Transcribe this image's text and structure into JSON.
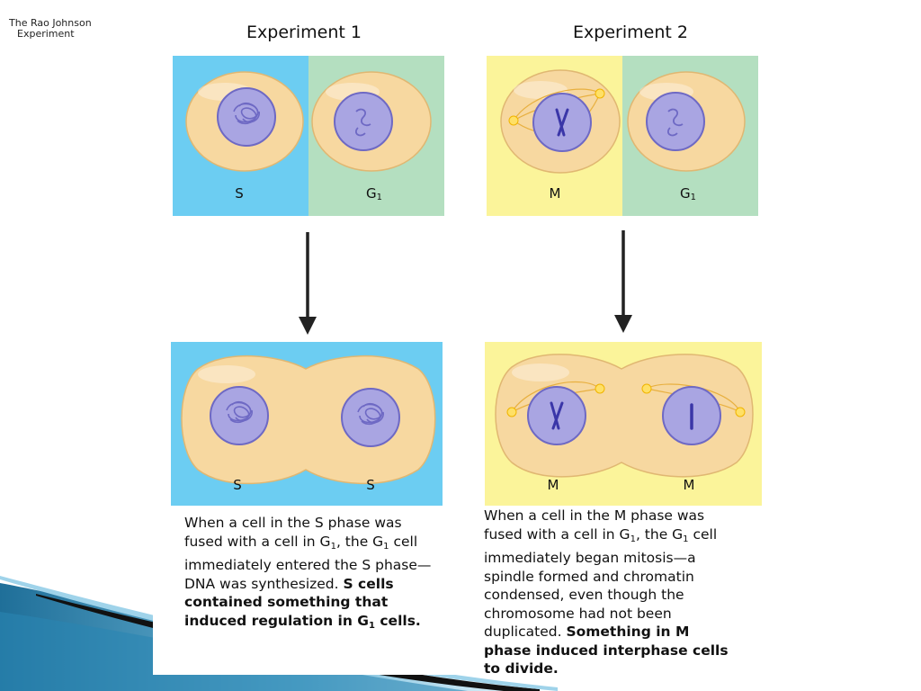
{
  "slide": {
    "title_line1": "The Rao Johnson",
    "title_line2": "Experiment"
  },
  "experiment1": {
    "title": "Experiment 1",
    "before": {
      "left_label": "S",
      "right_label": "G",
      "right_label_sub": "1"
    },
    "after": {
      "left_label": "S",
      "right_label": "S"
    },
    "caption": {
      "t1": "When a cell in the S phase was fused with a cell in G",
      "s1": "1",
      "t2": ", the G",
      "s2": "1",
      "t3": " cell immediately entered the S phase—DNA was synthesized. ",
      "b1": "S cells contained something that induced regulation in G",
      "bs": "1",
      "b2": " cells."
    }
  },
  "experiment2": {
    "title": "Experiment 2",
    "before": {
      "left_label": "M",
      "right_label": "G",
      "right_label_sub": "1"
    },
    "after": {
      "left_label": "M",
      "right_label": "M"
    },
    "caption": {
      "t1": "When a cell in the M phase was fused with a cell in G",
      "s1": "1",
      "t2": ", the G",
      "s2": "1",
      "t3": " cell immediately began mitosis—a spindle formed and chromatin condensed, even though the chromosome had not been duplicated. ",
      "b1": "Something in M phase induced interphase cells to divide."
    }
  },
  "colors": {
    "s_phase": "#6ccdf2",
    "g1_phase": "#b4dfc0",
    "m_phase": "#fbf49a",
    "cytoplasm": "#f7d8a0",
    "nucleus": "#a9a5e2",
    "chromatin": "#6e69c4",
    "arrow": "#222222"
  }
}
